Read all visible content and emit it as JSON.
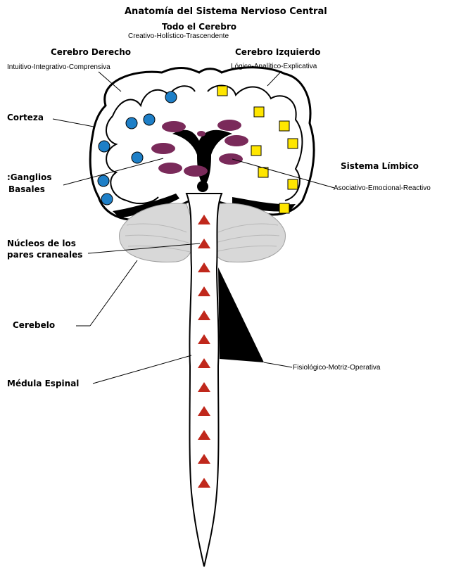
{
  "title": "Anatomía del Sistema Nervioso Central",
  "subtitle": "Todo el Cerebro",
  "subtitle_desc": "Creativo-Holístico-Trascendente",
  "right_brain": {
    "heading": "Cerebro Derecho",
    "desc": "Intuitivo-Integrativo-Comprensiva",
    "color": "#1e7fc7"
  },
  "left_brain": {
    "heading": "Cerebro Izquierdo",
    "desc": "Lógico-Analítico-Explicativa",
    "color": "#ffe600"
  },
  "labels": {
    "corteza": "Corteza",
    "ganglios_line1": ":Ganglios",
    "ganglios_line2": "Basales",
    "nucleos_line1": "Núcleos de los",
    "nucleos_line2": "pares craneales",
    "cerebelo": "Cerebelo",
    "medula": "Médula Espinal",
    "limbico": "Sistema Límbico",
    "limbico_desc": "Asociativo-Emocional-Reactivo",
    "fisiologico": "Fisiológico-Motriz-Operativa"
  },
  "colors": {
    "limbic": "#7a2a5a",
    "triangle": "#c0281c",
    "cerebellum": "#d8d8d8",
    "outline": "#000000"
  }
}
